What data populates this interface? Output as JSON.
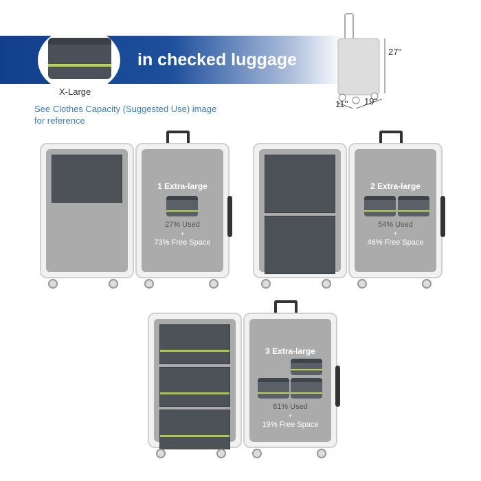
{
  "header": {
    "title": "in checked luggage",
    "size_label": "X-Large",
    "note_line1": "See Clothes Capacity (Suggested Use) image",
    "note_line2": "for reference"
  },
  "dimensions": {
    "height": "27''",
    "depth": "11''",
    "width": "19''"
  },
  "colors": {
    "banner": "#123f8c",
    "note": "#3d7cb8",
    "strap": "#b9d54a"
  },
  "cases": [
    {
      "title": "1 Extra-large",
      "count": 1,
      "used": "27% Used",
      "plus": "+",
      "free": "73% Free Space"
    },
    {
      "title": "2 Extra-large",
      "count": 2,
      "used": "54% Used",
      "plus": "+",
      "free": "46% Free Space"
    },
    {
      "title": "3 Extra-large",
      "count": 3,
      "used": "81% Used",
      "plus": "+",
      "free": "19% Free Space"
    }
  ]
}
